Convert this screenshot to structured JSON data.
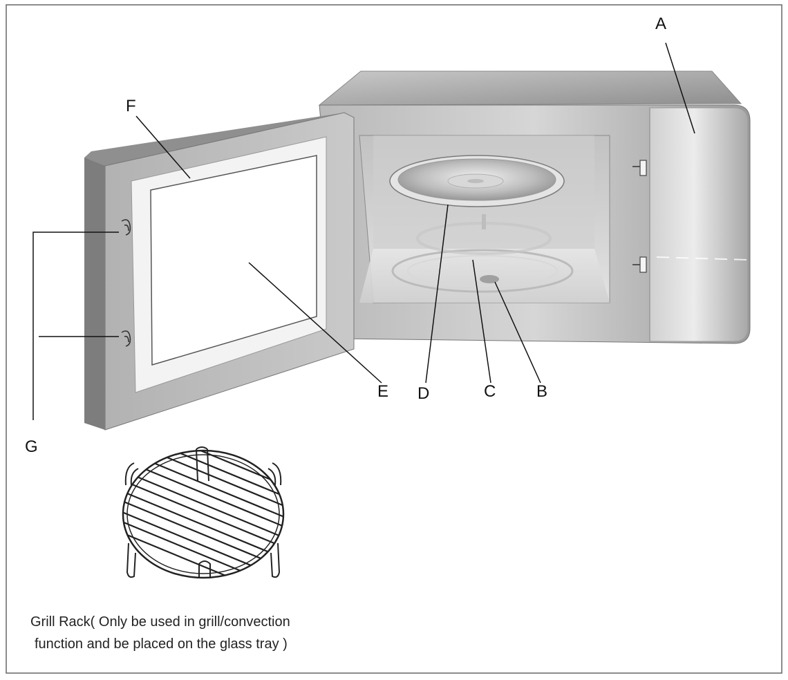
{
  "labels": {
    "A": "A",
    "B": "B",
    "C": "C",
    "D": "D",
    "E": "E",
    "F": "F",
    "G": "G"
  },
  "caption": {
    "line1": "Grill Rack( Only be used in grill/convection",
    "line2": "function and be placed on the glass tray )"
  }
}
